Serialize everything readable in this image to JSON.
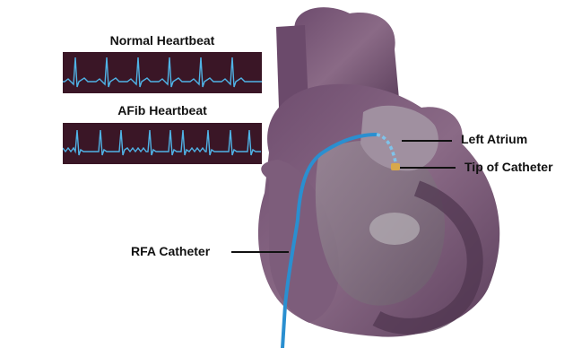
{
  "ecg_panels": [
    {
      "title": "Normal Heartbeat",
      "rhythm": "regular",
      "trace_color": "#4fb3e6"
    },
    {
      "title": "AFib Heartbeat",
      "rhythm": "irregular",
      "trace_color": "#4fb3e6"
    }
  ],
  "callouts": {
    "left_atrium": "Left Atrium",
    "catheter_tip": "Tip of Catheter",
    "rfa_catheter": "RFA Catheter"
  },
  "colors": {
    "ecg_background": "#3a1626",
    "heart_tissue": "#7a5a78",
    "catheter": "#2a8fd0"
  }
}
